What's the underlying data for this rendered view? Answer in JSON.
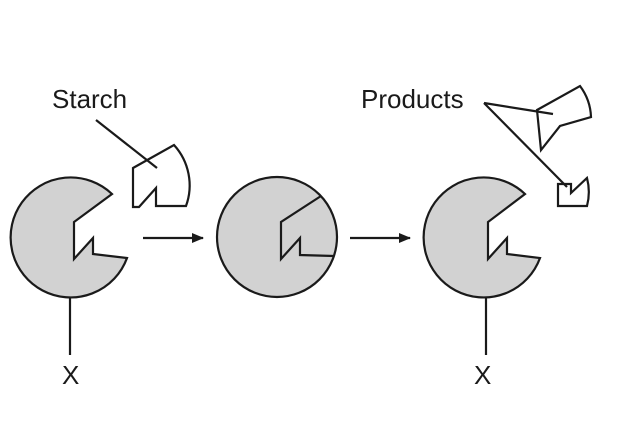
{
  "labels": {
    "starch": "Starch",
    "products": "Products",
    "inhibitor_left": "X",
    "inhibitor_right": "X"
  },
  "colors": {
    "enzyme_fill": "#d2d2d2",
    "stroke": "#1a1a1a",
    "background": "#ffffff"
  }
}
